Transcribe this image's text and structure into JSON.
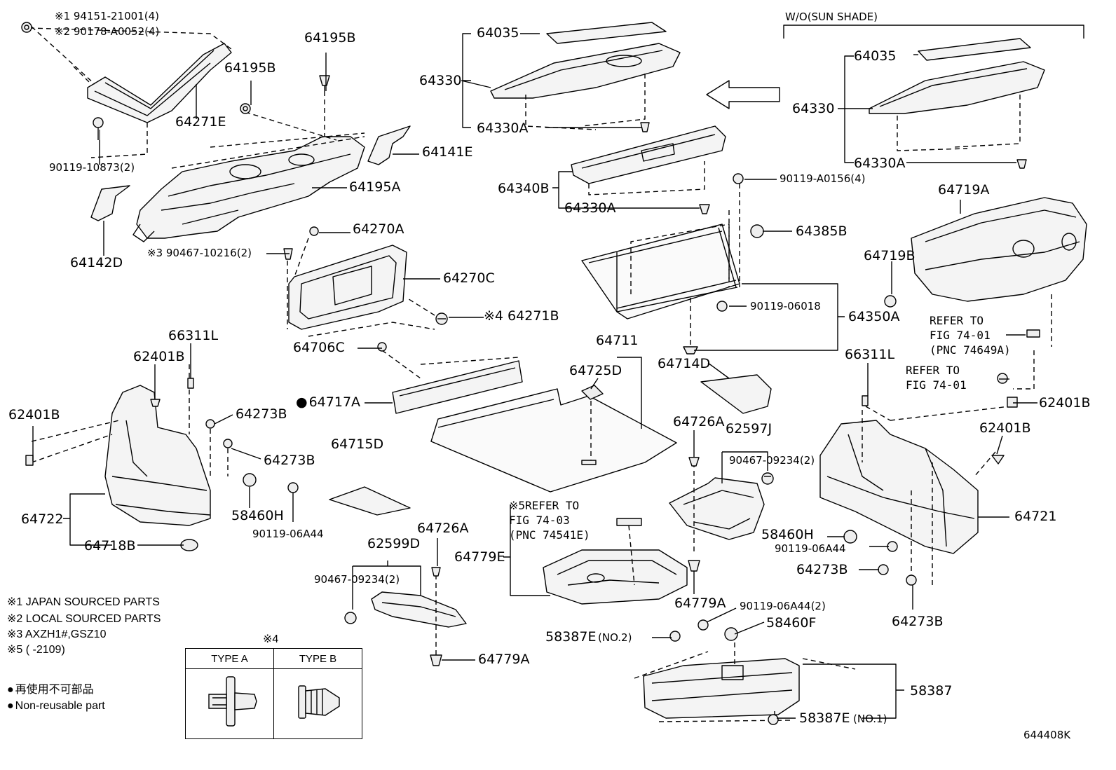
{
  "code": "644408K",
  "variant_label": "W/O(SUN SHADE)",
  "labels": {
    "l01": "※1 94151-21001(4)",
    "l02": "※2 90178-A0052(4)",
    "l03": "64195B",
    "l04": "64195B",
    "l05": "64271E",
    "l06": "90119-10873(2)",
    "l07": "64141E",
    "l08": "64195A",
    "l09": "64142D",
    "l10": "64270A",
    "l11": "※3 90467-10216(2)",
    "l12": "64270C",
    "l13": "※4 64271B",
    "l14": "64706C",
    "l15": "64717A",
    "l16": "66311L",
    "l17": "62401B",
    "l18": "62401B",
    "l19": "64273B",
    "l20": "64273B",
    "l21": "64715D",
    "l22": "64722",
    "l23": "58460H",
    "l24": "90119-06A44",
    "l25": "64718B",
    "l26": "64035",
    "l27": "64330",
    "l28": "64330A",
    "l29": "64340B",
    "l30": "64330A",
    "l31": "90119-A0156(4)",
    "l32": "64385B",
    "l33": "90119-06018",
    "l34": "64350A",
    "l35": "64711",
    "l36": "64725D",
    "l37": "64714D",
    "l38": "64726A",
    "l39": "62597J",
    "l40": "90467-09234(2)",
    "l41": "62599D",
    "l42": "64726A",
    "l43": "90467-09234(2)",
    "l44": "64779E",
    "l45": "64779A",
    "l46": "64779A",
    "l47": "90119-06A44(2)",
    "l48": "58460F",
    "l49": "58387E",
    "l50": "(NO.2)",
    "l51": "58387",
    "l52": "58387E",
    "l53": "(NO.1)",
    "l54": "64035",
    "l55": "64330",
    "l56": "64330A",
    "l57": "64719A",
    "l58": "64719B",
    "l59": "66311L",
    "l60": "62401B",
    "l61": "62401B",
    "l62": "64721",
    "l63": "58460H",
    "l64": "90119-06A44",
    "l65": "64273B",
    "l66": "64273B"
  },
  "refs": {
    "r1": [
      "REFER TO",
      "FIG 74-01",
      "(PNC 74649A)"
    ],
    "r2": [
      "REFER TO",
      "FIG 74-01"
    ],
    "r3": [
      "※5REFER TO",
      "FIG 74-03",
      "(PNC 74541E)"
    ]
  },
  "notes": [
    "※1 JAPAN SOURCED PARTS",
    "※2 LOCAL SOURCED PARTS",
    "※3 AXZH1#,GSZ10",
    "※5 (      -2109)"
  ],
  "legend": {
    "jp": "再使用不可部品",
    "en": "Non-reusable part"
  },
  "type_table": {
    "mark": "※4",
    "type_a": "TYPE A",
    "type_b": "TYPE B"
  }
}
